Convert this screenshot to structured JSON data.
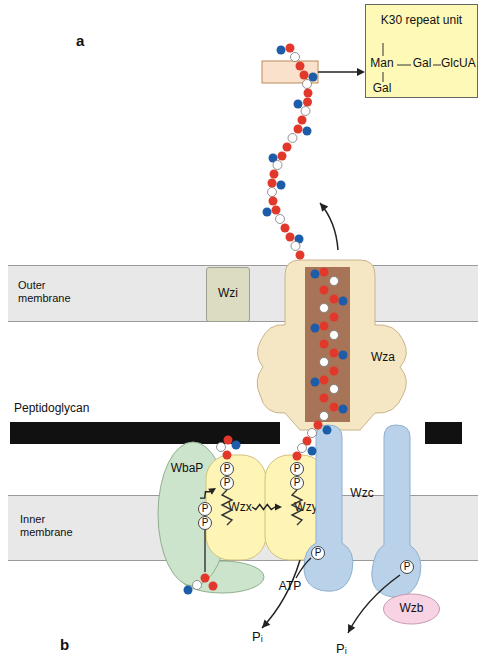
{
  "diagram": {
    "nodes": [
      {
        "text": [
          "K30 repeat unit",
          "Man",
          "Gal",
          "GlcUA",
          "Gal"
        ]
      },
      {
        "text": [
          "Outer membrane"
        ]
      },
      {
        "text": [
          "Wzi"
        ],
        "in": 1
      },
      {
        "text": [
          "Wza"
        ]
      },
      {
        "text": [
          "Peptidoglycan"
        ]
      },
      {
        "text": [
          "Inner membrane"
        ]
      },
      {
        "text": [
          "WbaP"
        ]
      },
      {
        "text": [
          "Wzx"
        ]
      },
      {
        "text": [
          "Wzy"
        ]
      },
      {
        "text": [
          "Wzc"
        ]
      },
      {
        "text": [
          "Wzb"
        ]
      },
      {
        "text": [
          "P"
        ]
      },
      {
        "text": [
          "P"
        ]
      },
      {
        "text": [
          "P"
        ]
      },
      {
        "text": [
          "P"
        ]
      },
      {
        "text": [
          "P"
        ]
      },
      {
        "text": [
          "P"
        ]
      },
      {
        "text": [
          "P"
        ]
      },
      {
        "text": [
          "P"
        ]
      }
    ],
    "edges": [
      {
        "from": 6,
        "to": 7,
        "arrow": "to"
      },
      {
        "from": 7,
        "to": 8,
        "arrow": "to"
      }
    ],
    "labels": [
      "a",
      "ATP",
      "Pᵢ",
      "Pᵢ",
      "b"
    ]
  }
}
